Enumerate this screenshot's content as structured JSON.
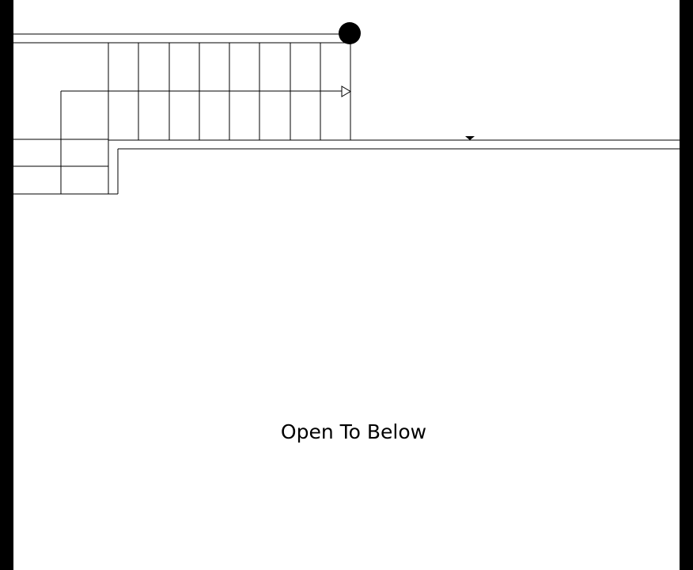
{
  "plan": {
    "label": "Open To Below",
    "colors": {
      "background": "#ffffff",
      "border": "#000000",
      "line": "#000000"
    },
    "stair": {
      "upper_flight_treads": 8,
      "winder_rows": 2
    },
    "icons": [
      "newel-post-icon",
      "stair-direction-arrow-icon",
      "level-marker-icon"
    ]
  }
}
